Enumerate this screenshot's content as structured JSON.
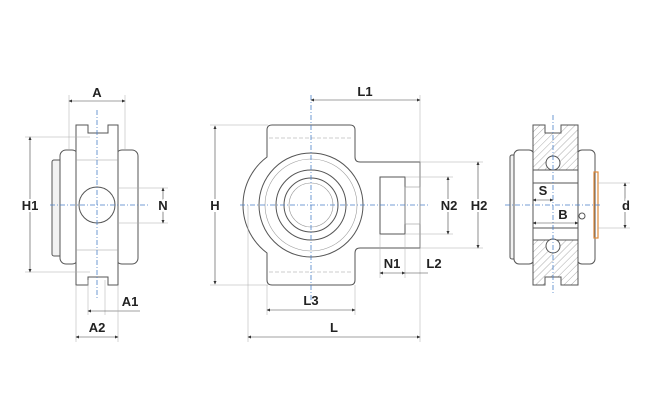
{
  "labels": {
    "A": "A",
    "H1": "H1",
    "N": "N",
    "A1": "A1",
    "A2": "A2",
    "L1": "L1",
    "H": "H",
    "N2": "N2",
    "H2": "H2",
    "N1": "N1",
    "L2": "L2",
    "L3": "L3",
    "L": "L",
    "S": "S",
    "B": "B",
    "d": "d"
  },
  "colors": {
    "centerline": "#4a7fc8",
    "seal": "#e08a3a"
  }
}
